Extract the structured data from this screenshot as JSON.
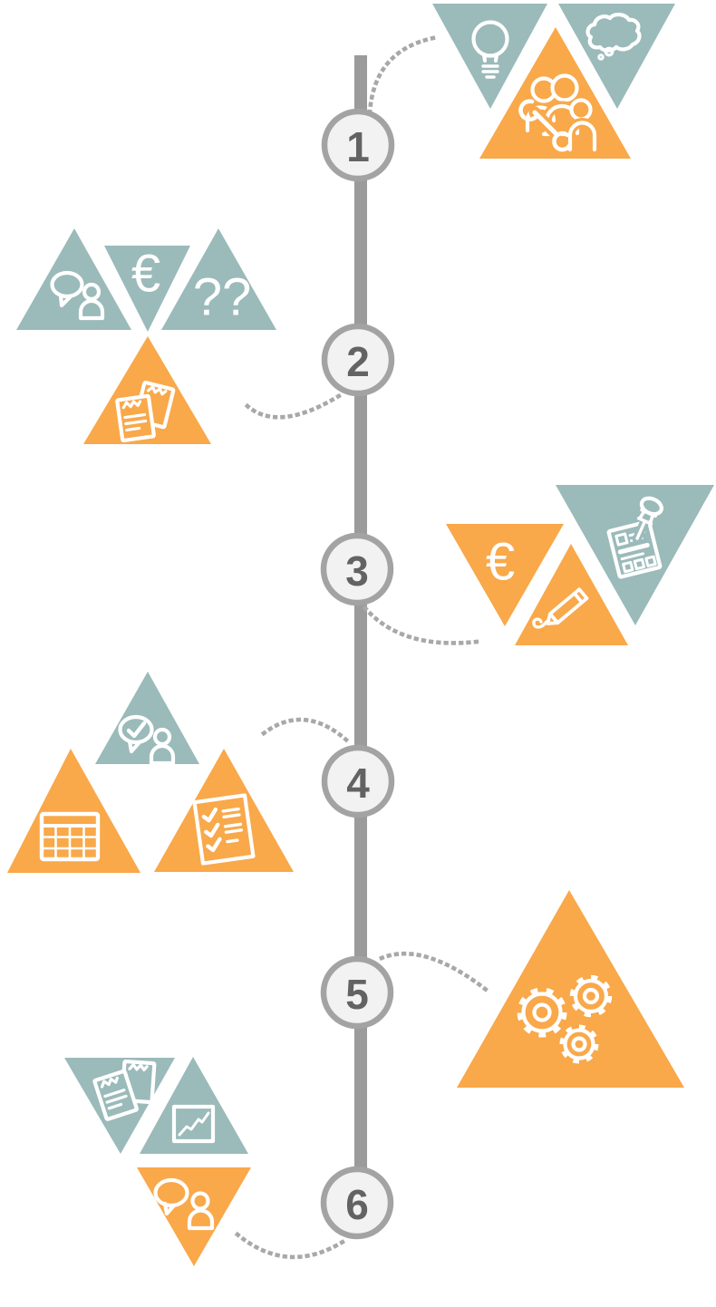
{
  "palette": {
    "teal": "#9bbaba",
    "orange": "#f9a84a",
    "line": "#9b9b9b",
    "dots": "#a8a8a8",
    "circle_fill": "#f2f2f2",
    "circle_border": "#a3a3a3",
    "number": "#636363",
    "icon": "#ffffff"
  },
  "glyphs": {
    "euro": "€",
    "double_question": "??"
  },
  "timeline": {
    "orientation": "vertical",
    "steps": [
      {
        "number": "1",
        "side": "right",
        "icons": [
          "lightbulb",
          "team-build",
          "thought-cloud"
        ]
      },
      {
        "number": "2",
        "side": "left",
        "icons": [
          "dialog-person",
          "euro",
          "double-question",
          "documents"
        ]
      },
      {
        "number": "3",
        "side": "right",
        "icons": [
          "euro",
          "signature-pencil",
          "pinned-note"
        ]
      },
      {
        "number": "4",
        "side": "left",
        "icons": [
          "approval-dialog",
          "schedule-table",
          "checklist"
        ]
      },
      {
        "number": "5",
        "side": "right",
        "icons": [
          "gears"
        ]
      },
      {
        "number": "6",
        "side": "left",
        "icons": [
          "documents",
          "growth-chart",
          "dialog-person"
        ]
      }
    ]
  }
}
